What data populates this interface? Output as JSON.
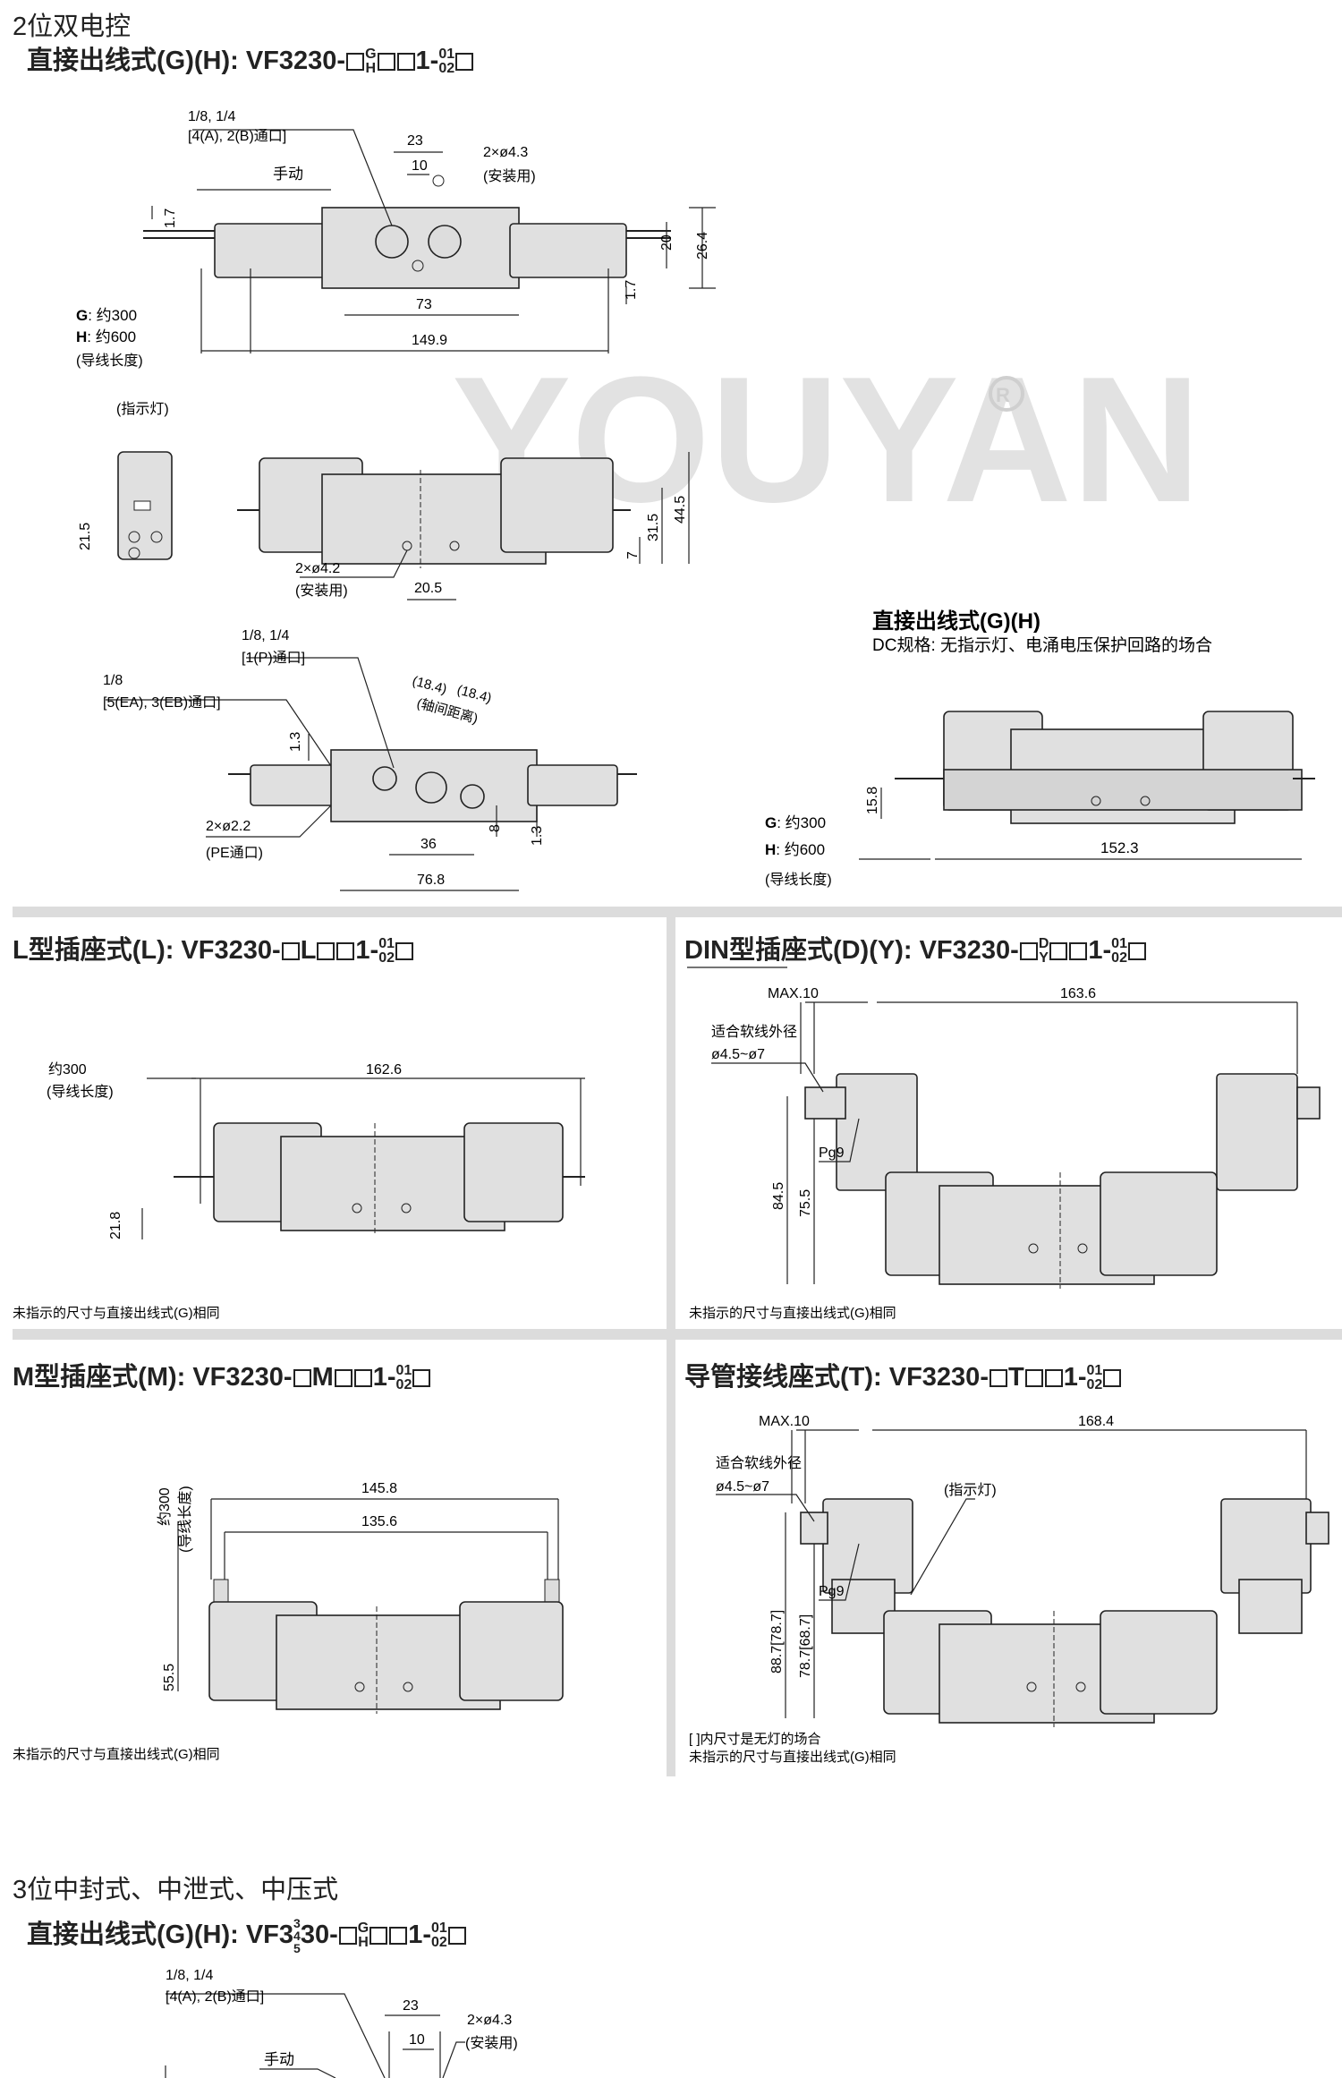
{
  "section1": {
    "heading": "2位双电控",
    "title_prefix": "直接出线式(G)(H): VF3230-",
    "sub1": {
      "top": "G",
      "bottom": "H"
    },
    "mid": "1-",
    "sub2": {
      "top": "01",
      "bottom": "02"
    }
  },
  "top_drawing": {
    "port_label": "1/8, 1/4",
    "port_label2": "[4(A), 2(B)通口]",
    "manual": "手动",
    "mount_holes": "2×ø4.3",
    "mount_use": "(安装用)",
    "d23": "23",
    "d10": "10",
    "d1_7a": "1.7",
    "d20": "20",
    "d26_4": "26.4",
    "d73": "73",
    "d149_9": "149.9",
    "d1_7b": "1.7",
    "g_lead": "G: 约300",
    "h_lead": "H: 约600",
    "lead_len": "(导线长度)"
  },
  "mid_drawing": {
    "indicator": "(指示灯)",
    "d21_5": "21.5",
    "holes": "2×ø4.2",
    "mount_use": "(安装用)",
    "d20_5": "20.5",
    "d7": "7",
    "d31_5": "31.5",
    "d44_5": "44.5"
  },
  "bottom_drawing": {
    "p_port": "1/8, 1/4",
    "p_port2": "[1(P)通口]",
    "ea_port": "1/8",
    "ea_port2": "[5(EA), 3(EB)通口]",
    "d18_4a": "(18.4)",
    "d18_4b": "(18.4)",
    "axis": "(轴间距离)",
    "d1_3a": "1.3",
    "pe_holes": "2×ø2.2",
    "pe_port": "(PE通口)",
    "d36": "36",
    "d8": "8",
    "d1_3b": "1.3",
    "d76_8": "76.8"
  },
  "right_drawing": {
    "title": "直接出线式(G)(H)",
    "subtitle": "DC规格: 无指示灯、电涌电压保护回路的场合",
    "d15_8": "15.8",
    "g_lead": "G: 约300",
    "h_lead": "H: 约600",
    "d152_3": "152.3",
    "lead_len": "(导线长度)"
  },
  "watermark": "YOUYAN",
  "panel_L": {
    "title_prefix": "L型插座式(L): VF3230-",
    "mid": "L",
    "suffix": "1-",
    "sub": {
      "top": "01",
      "bottom": "02"
    },
    "lead": "约300",
    "lead_len": "(导线长度)",
    "d162_6": "162.6",
    "d21_8": "21.8",
    "note": "未指示的尺寸与直接出线式(G)相同"
  },
  "panel_DIN": {
    "title_prefix": "DIN型插座式(D)(Y): VF3230-",
    "sub1": {
      "top": "D",
      "bottom": "Y"
    },
    "suffix": "1-",
    "sub": {
      "top": "01",
      "bottom": "02"
    },
    "max10": "MAX.10",
    "d163_6": "163.6",
    "cable": "适合软线外径",
    "cable_range": "ø4.5~ø7",
    "pg9": "Pg9",
    "d84_5": "84.5",
    "d75_5": "75.5",
    "note": "未指示的尺寸与直接出线式(G)相同"
  },
  "panel_M": {
    "title_prefix": "M型插座式(M): VF3230-",
    "mid": "M",
    "suffix": "1-",
    "sub": {
      "top": "01",
      "bottom": "02"
    },
    "lead": "约300",
    "lead_len": "(导线长度)",
    "d145_8": "145.8",
    "d135_6": "135.6",
    "d55_5": "55.5",
    "note": "未指示的尺寸与直接出线式(G)相同"
  },
  "panel_T": {
    "title_prefix": "导管接线座式(T): VF3230-",
    "mid": "T",
    "suffix": "1-",
    "sub": {
      "top": "01",
      "bottom": "02"
    },
    "max10": "MAX.10",
    "d168_4": "168.4",
    "cable": "适合软线外径",
    "cable_range": "ø4.5~ø7",
    "indicator": "(指示灯)",
    "pg9": "Pg9",
    "d88_7": "88.7[78.7]",
    "d78_7": "78.7[68.7]",
    "note1": "[ ]内尺寸是无灯的场合",
    "note2": "未指示的尺寸与直接出线式(G)相同"
  },
  "section3": {
    "heading": "3位中封式、中泄式、中压式",
    "title_prefix": "直接出线式(G)(H): VF3",
    "stack": [
      "3",
      "4",
      "5"
    ],
    "title_mid": "30-",
    "sub1": {
      "top": "G",
      "bottom": "H"
    },
    "suffix": "1-",
    "sub2": {
      "top": "01",
      "bottom": "02"
    },
    "port_label": "1/8, 1/4",
    "port_label2": "[4(A), 2(B)通口]",
    "manual": "手动",
    "d23": "23",
    "d10": "10",
    "mount_holes": "2×ø4.3",
    "mount_use": "(安装用)"
  }
}
